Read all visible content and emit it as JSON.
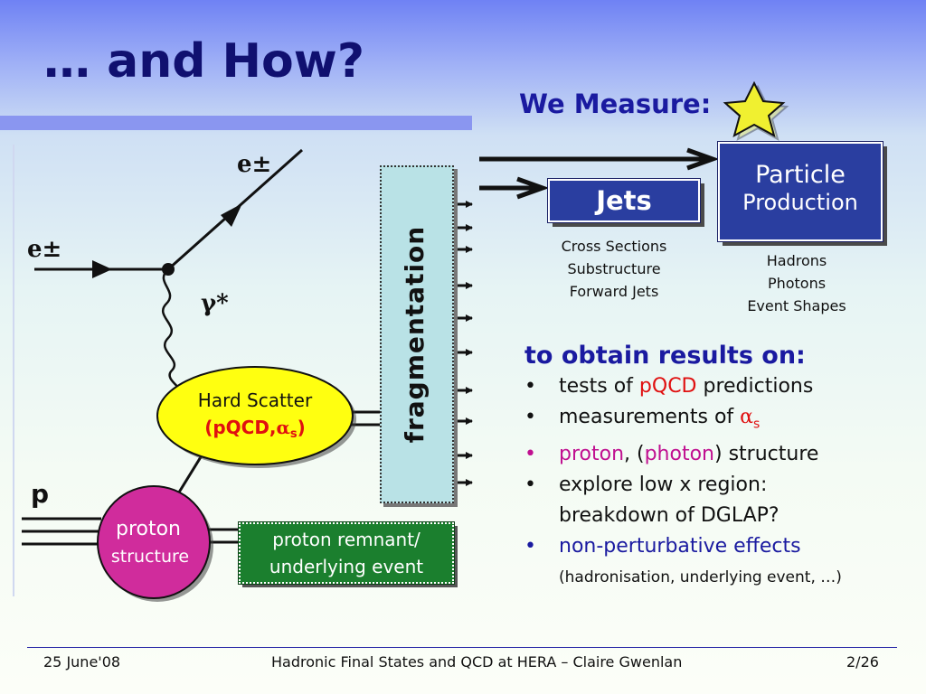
{
  "slide": {
    "title": "… and How?",
    "we_measure": "We Measure:"
  },
  "diagram": {
    "e_out": "e±",
    "e_in": "e±",
    "gamma": "γ*",
    "p": "p",
    "hard_scatter": "Hard Scatter",
    "hard_scatter_sub": "(pQCD,",
    "alpha": "α",
    "alpha_sub": "s",
    "hard_scatter_close": ")",
    "proton_1": "proton",
    "proton_2": "structure",
    "fragmentation": "fragmentation",
    "remnant_1": "proton remnant/",
    "remnant_2": "underlying event"
  },
  "boxes": {
    "jets": "Jets",
    "particle_1": "Particle",
    "particle_2": "Production"
  },
  "jets_list": [
    "Cross Sections",
    "Substructure",
    "Forward Jets"
  ],
  "particle_list": [
    "Hadrons",
    "Photons",
    "Event Shapes"
  ],
  "results": {
    "heading": "to obtain results on:",
    "bullets": [
      {
        "pre": "tests of ",
        "hl": "pQCD",
        "post": " predictions"
      },
      {
        "pre": "measurements of ",
        "alpha": "α",
        "sub": "s"
      },
      {
        "p1": "proton",
        "mid": ", (",
        "p2": "photon",
        "post": ") structure"
      },
      {
        "line1": "explore low x region:",
        "line2": "breakdown of DGLAP?"
      },
      {
        "text": "non-perturbative effects"
      }
    ],
    "note": "(hadronisation, underlying event, …)"
  },
  "footer": {
    "date": "25 June'08",
    "title": "Hadronic Final States and QCD at HERA – Claire Gwenlan",
    "page": "2/26"
  },
  "colors": {
    "box_blue": "#2a3ea0",
    "hard_scatter_fill": "#ffff10",
    "proton_fill": "#d02c9c",
    "remnant_fill": "#1b7f2e",
    "frag_fill": "#b9e2e6",
    "highlight_red": "#e01010",
    "highlight_magenta": "#c01090",
    "heading_blue": "#1a1aa0",
    "star_fill": "#f0f030"
  }
}
